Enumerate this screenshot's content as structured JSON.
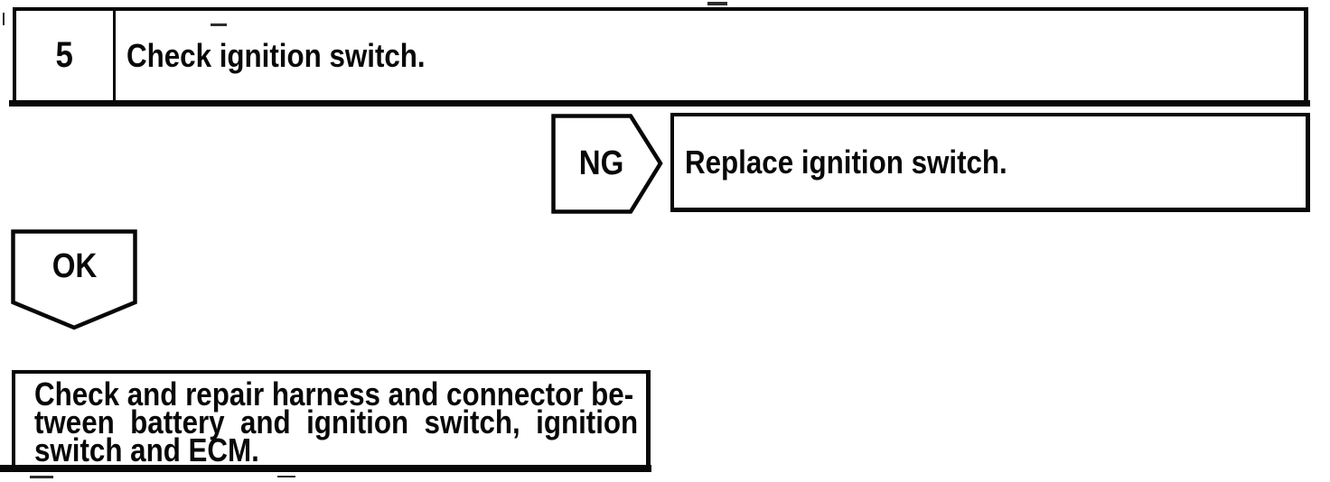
{
  "colors": {
    "ink": "#080808",
    "paper": "#ffffff"
  },
  "flowchart": {
    "step": {
      "number": "5",
      "title": "Check ignition switch."
    },
    "ng_branch": {
      "connector_label": "NG",
      "action": "Replace ignition switch."
    },
    "ok_branch": {
      "connector_label": "OK"
    },
    "result": {
      "lines": [
        "Check and repair harness and connector be-",
        "tween battery and ignition switch, ignition",
        "switch and ECM."
      ]
    }
  }
}
